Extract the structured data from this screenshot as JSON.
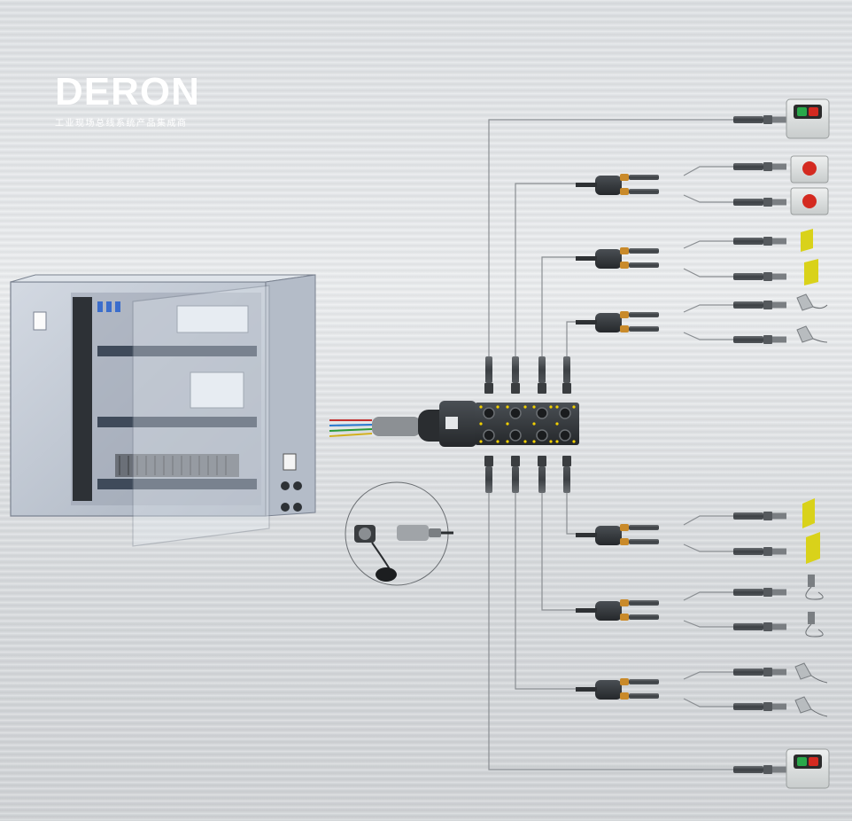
{
  "brand": {
    "name": "DERON",
    "tagline": "工业现场总线系统产品集成商"
  },
  "colors": {
    "wire": "#8a8e92",
    "connector_dark": "#3a3d40",
    "module_body": "#2f3336",
    "led_yellow": "#f2d000",
    "brass": "#c98a2a",
    "button_green": "#2aa84a",
    "button_red": "#d42a20",
    "sensor_yellow": "#d9d21a",
    "cabinet": "#c9cfd8"
  },
  "devices": [
    "pushbutton-station",
    "emergency-stop",
    "emergency-stop",
    "proximity-sensor",
    "proximity-sensor",
    "photoelectric-sensor",
    "photoelectric-sensor",
    "proximity-sensor",
    "proximity-sensor",
    "cable-sensor",
    "cable-sensor",
    "photoelectric-sensor",
    "photoelectric-sensor",
    "pushbutton-station"
  ]
}
